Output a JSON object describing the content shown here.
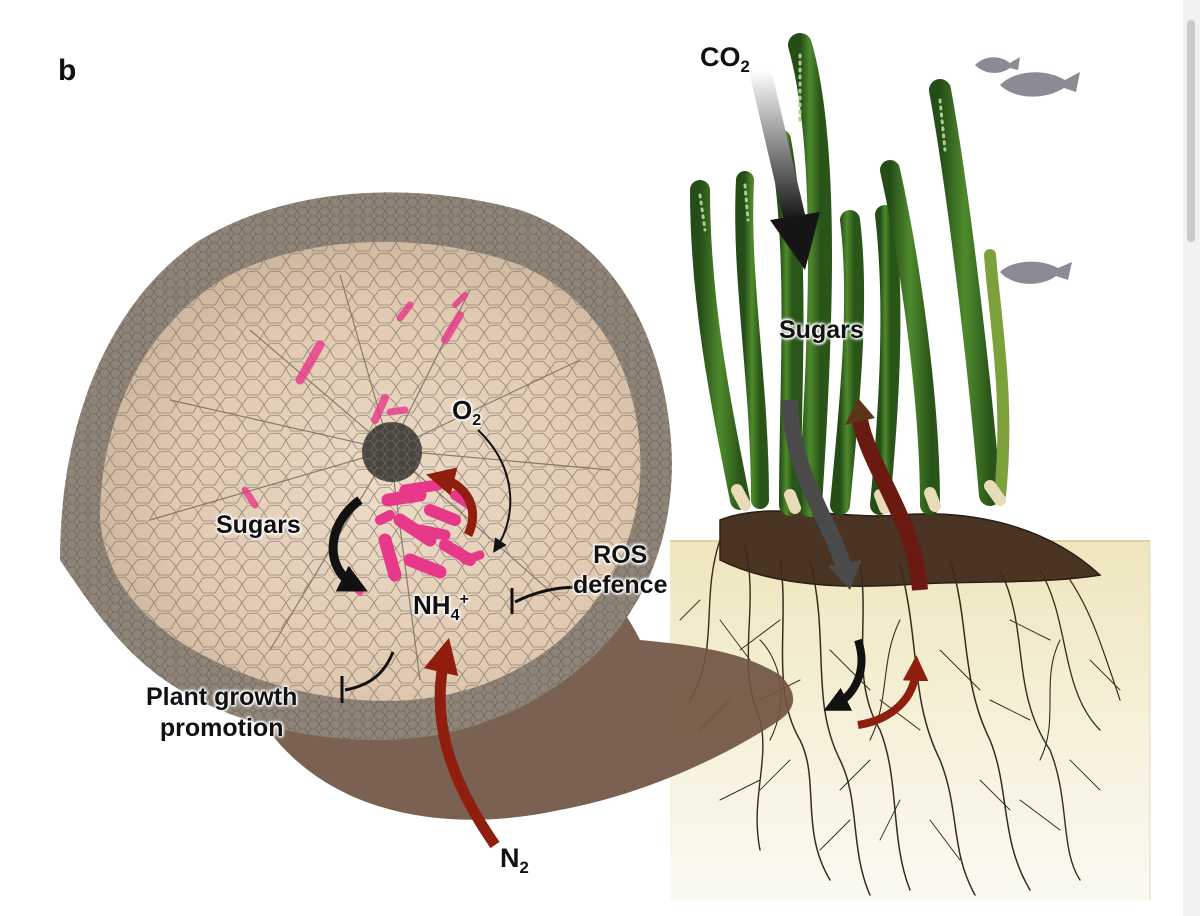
{
  "panel": {
    "letter": "b"
  },
  "labels": {
    "co2": {
      "main": "CO",
      "sub": "2"
    },
    "sugars_plant": "Sugars",
    "sugars_root": "Sugars",
    "o2": {
      "main": "O",
      "sub": "2"
    },
    "nh4": {
      "main": "NH",
      "sub": "4",
      "sup": "+"
    },
    "n2": {
      "main": "N",
      "sub": "2"
    },
    "ros": {
      "line1": "ROS",
      "line2": "defence"
    },
    "plant_growth": {
      "line1": "Plant growth",
      "line2": "promotion"
    }
  },
  "colors": {
    "bacteria": "#e8388a",
    "arrow_red": "#8f1e0f",
    "arrow_black": "#111111",
    "arrow_grey": "#555555",
    "arrow_brown": "#5a3518",
    "seagrass_dark": "#2e5a1f",
    "seagrass_light": "#6fa43a",
    "root_tissue": "#e6d2bc",
    "root_cortex": "#8f8478",
    "sediment": "#f4efd0",
    "fish": "#8e8a93"
  },
  "icons": [
    "fish-icon",
    "bacteria-icon",
    "seagrass-icon",
    "root-icon"
  ]
}
